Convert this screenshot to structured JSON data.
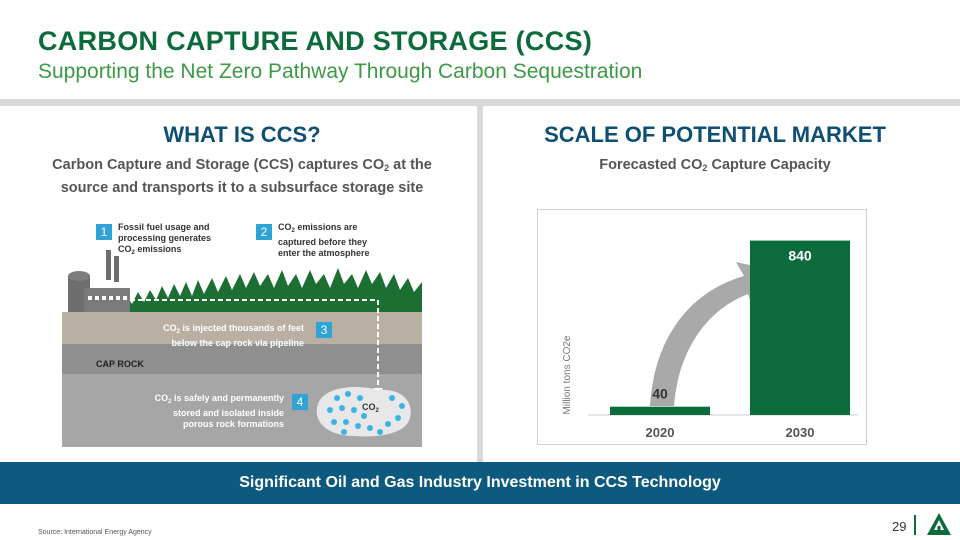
{
  "header": {
    "title": "CARBON CAPTURE AND STORAGE (CCS)",
    "subtitle": "Supporting the Net Zero Pathway Through Carbon Sequestration"
  },
  "left": {
    "heading": "WHAT IS CCS?",
    "desc_a": "Carbon Capture and Storage (CCS) captures CO",
    "desc_sub": "2",
    "desc_b": " at the",
    "desc_line2": "source and transports it to a subsurface storage site",
    "cap_rock": "CAP ROCK",
    "co2_label": "CO",
    "co2_sub": "2",
    "steps": [
      {
        "num": "1",
        "l1": "Fossil fuel usage and",
        "l2": "processing generates",
        "l3a": "CO",
        "l3sub": "2",
        "l3b": " emissions"
      },
      {
        "num": "2",
        "l1a": "CO",
        "l1sub": "2",
        "l1b": " emissions are",
        "l2": "captured before they",
        "l3": "enter the atmosphere"
      },
      {
        "num": "3",
        "l1a": "CO",
        "l1sub": "2",
        "l1b": " is injected thousands of feet",
        "l2": "below the cap rock via pipeline"
      },
      {
        "num": "4",
        "l1a": "CO",
        "l1sub": "2",
        "l1b": " is safely and permanently",
        "l2": "stored and isolated inside",
        "l3": "porous rock formations"
      }
    ]
  },
  "right": {
    "heading": "SCALE OF POTENTIAL MARKET",
    "sub_a": "Forecasted CO",
    "sub_sub": "2",
    "sub_b": " Capture Capacity"
  },
  "chart_data": {
    "type": "bar",
    "categories": [
      "2020",
      "2030"
    ],
    "values": [
      40,
      840
    ],
    "data_labels": [
      "40",
      "840"
    ],
    "ylabel": "Million tons CO2e",
    "ylim": [
      0,
      920
    ],
    "bar_color": "#0b6b3a",
    "label_color_outside": "#333333",
    "label_color_inside": "#ffffff",
    "grid": false
  },
  "banner": {
    "text": "Significant Oil and Gas Industry Investment in CCS Technology"
  },
  "footer": {
    "source": "Source: International Energy Agency",
    "page": "29"
  },
  "colors": {
    "title_green": "#0b6b3a",
    "subtitle_green": "#3c9a45",
    "navy": "#0e4f73",
    "banner": "#0e5a7e",
    "step_blue": "#2fa3d6"
  },
  "icons": {
    "logo": "company-triangle-logo",
    "growth_arrow": "curved-up-arrow"
  }
}
